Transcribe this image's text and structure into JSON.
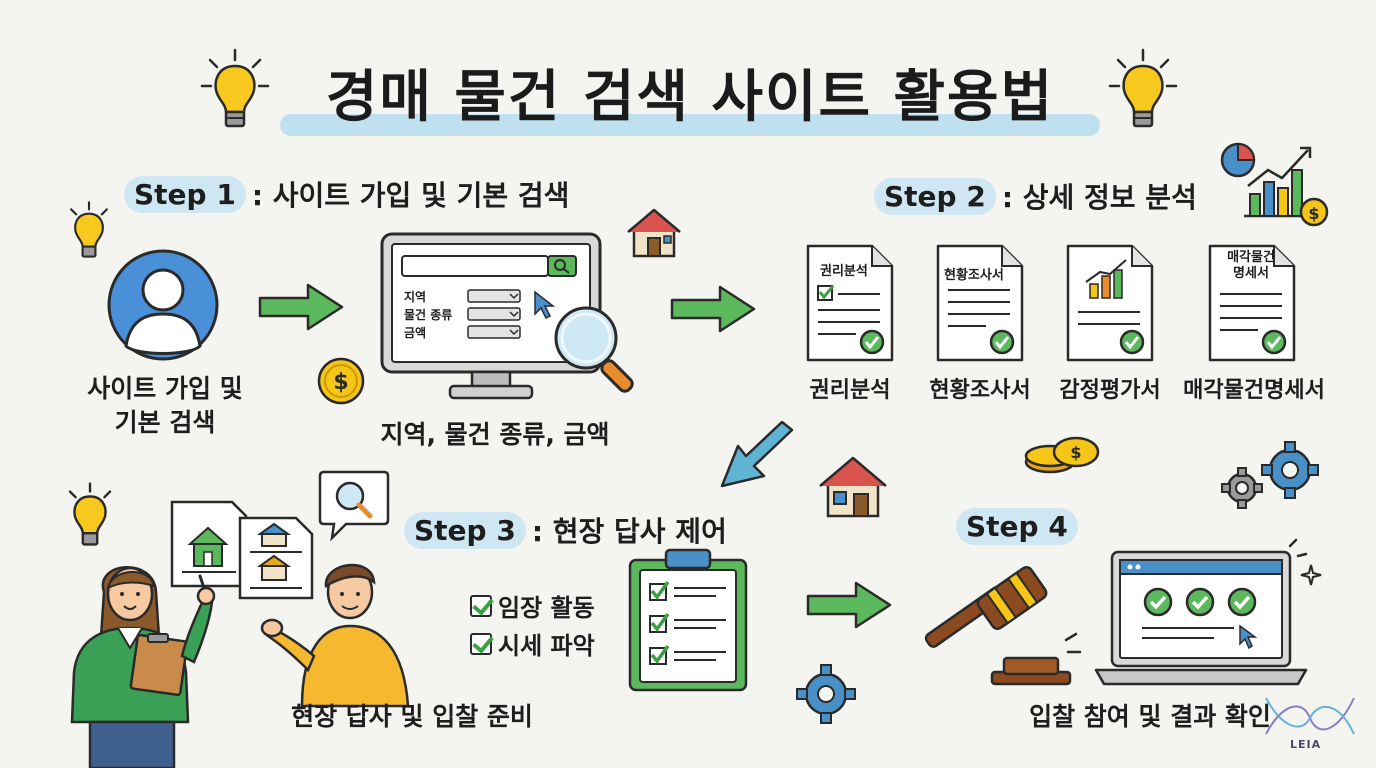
{
  "title": "경매 물건 검색 사이트 활용법",
  "steps": [
    {
      "num": "Step 1",
      "label": ": 사이트 가입 및 기본 검색"
    },
    {
      "num": "Step 2",
      "label": ": 상세 정보 분석"
    },
    {
      "num": "Step 3",
      "label": ": 현장 답사 제어"
    },
    {
      "num": "Step 4",
      "label": ""
    }
  ],
  "step1": {
    "caption_line1": "사이트 가입 및",
    "caption_line2": "기본 검색",
    "search_caption": "지역, 물건 종류, 금액",
    "form_fields": [
      "지역",
      "물건 종류",
      "금액"
    ]
  },
  "step2": {
    "docs": [
      {
        "header": "권리분석",
        "caption": "권리분석"
      },
      {
        "header": "현황조사서",
        "caption": "현황조사서"
      },
      {
        "header": "",
        "caption": "감정평가서"
      },
      {
        "header_line1": "매각물건",
        "header_line2": "명세서",
        "caption": "매각물건명세서"
      }
    ]
  },
  "step3": {
    "checklist": [
      "임장 활동",
      "시세 파악"
    ],
    "caption": "현장 답사 및 입찰 준비"
  },
  "step4": {
    "caption": "입찰 참여 및 결과 확인"
  },
  "logo": "LEIA",
  "colors": {
    "green": "#5cb85c",
    "blue": "#4a90c8",
    "teal_arrow": "#5fb3d3",
    "yellow": "#f5c518",
    "highlight": "#bfe0ef"
  }
}
